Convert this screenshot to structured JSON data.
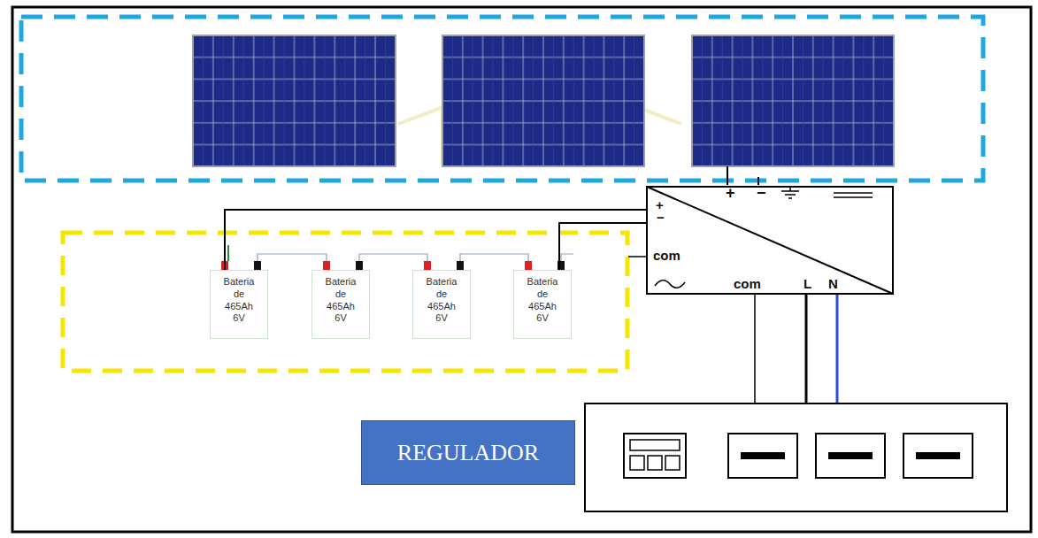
{
  "diagram": {
    "nodes": [
      {
        "text": [
          "+",
          "−",
          "+",
          "−",
          "com",
          "com",
          "L",
          "N"
        ]
      },
      {
        "text": [
          "Bateria de 465Ah 6V"
        ]
      },
      {
        "text": [
          "Bateria de 465Ah 6V"
        ]
      },
      {
        "text": [
          "Bateria de 465Ah 6V"
        ]
      },
      {
        "text": [
          "Bateria de 465Ah 6V"
        ]
      },
      {
        "text": [
          "REGULADOR"
        ]
      }
    ],
    "edges": [
      {
        "from": 0,
        "to": 1,
        "arrow": "none"
      },
      {
        "from": 0,
        "to": 4,
        "arrow": "none"
      }
    ]
  }
}
